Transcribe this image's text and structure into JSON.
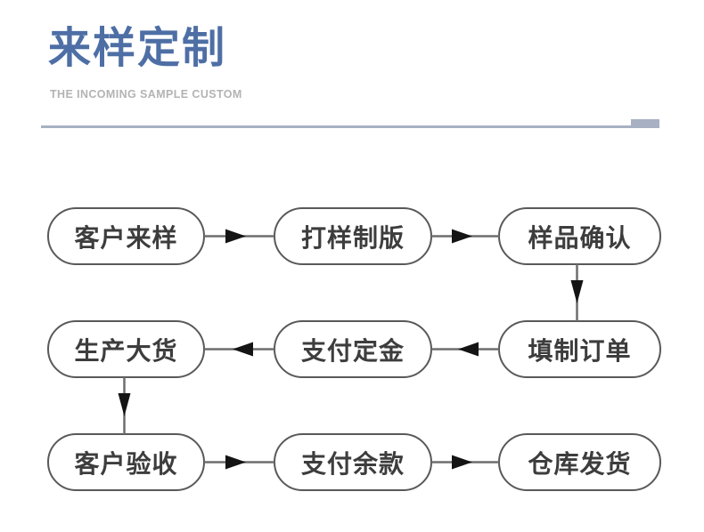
{
  "header": {
    "title": "来样定制",
    "subtitle": "THE INCOMING SAMPLE CUSTOM"
  },
  "colors": {
    "title": "#4e6fa5",
    "subtitle": "#b3b3b3",
    "divider": "#a7b1c3",
    "node_border": "#595959",
    "node_text": "#3d3d3d",
    "connector_line": "#6e6e6e",
    "arrow_head": "#141414",
    "background": "#ffffff"
  },
  "flowchart": {
    "rows": [
      {
        "cells": [
          "客户来样",
          "打样制版",
          "样品确认"
        ],
        "flow_direction": "right"
      },
      {
        "cells": [
          "生产大货",
          "支付定金",
          "填制订单"
        ],
        "flow_direction": "left"
      },
      {
        "cells": [
          "客户验收",
          "支付余款",
          "仓库发货"
        ],
        "flow_direction": "right"
      }
    ],
    "sequence": [
      "客户来样",
      "打样制版",
      "样品确认",
      "填制订单",
      "支付定金",
      "生产大货",
      "客户验收",
      "支付余款",
      "仓库发货"
    ]
  }
}
